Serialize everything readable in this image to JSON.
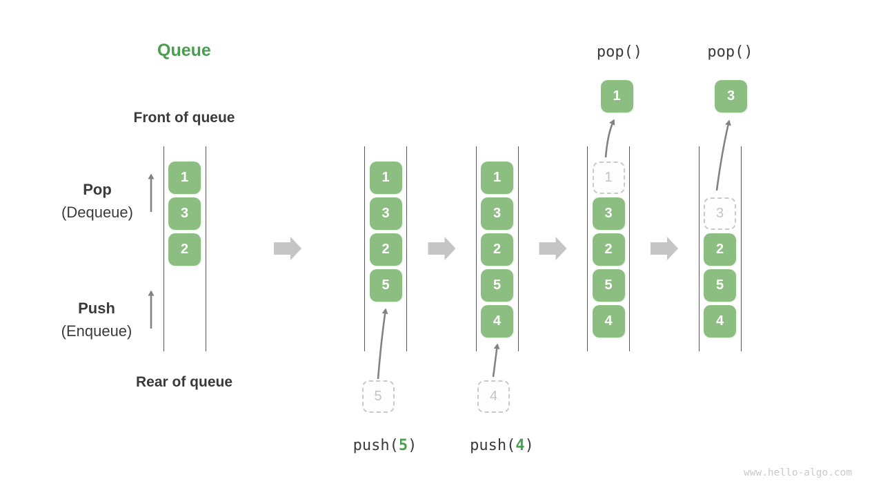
{
  "title": "Queue",
  "watermark": "www.hello-algo.com",
  "labels": {
    "front": "Front of queue",
    "rear": "Rear of queue",
    "pop": "Pop",
    "pop_sub": "(Dequeue)",
    "push": "Push",
    "push_sub": "(Enqueue)"
  },
  "colors": {
    "cell_green": "#8cbe82",
    "title_green": "#4a9e50",
    "text_dark": "#3a3a3a",
    "line": "#565656",
    "thin_arrow": "#828282",
    "block_arrow": "#c5c5c5",
    "dashed_border": "#c9c9c9",
    "dashed_text": "#c3c3c3",
    "watermark": "#c9c9c9"
  },
  "states": [
    {
      "name": "state-initial",
      "cells": [
        {
          "value": "1",
          "row": 0
        },
        {
          "value": "3",
          "row": 1
        },
        {
          "value": "2",
          "row": 2
        }
      ]
    },
    {
      "name": "state-after-push-5",
      "cells": [
        {
          "value": "1",
          "row": 0
        },
        {
          "value": "3",
          "row": 1
        },
        {
          "value": "2",
          "row": 2
        },
        {
          "value": "5",
          "row": 3
        }
      ],
      "incoming": {
        "value": "5"
      },
      "op_bottom": {
        "prefix": "push(",
        "arg": "5",
        "suffix": ")"
      }
    },
    {
      "name": "state-after-push-4",
      "cells": [
        {
          "value": "1",
          "row": 0
        },
        {
          "value": "3",
          "row": 1
        },
        {
          "value": "2",
          "row": 2
        },
        {
          "value": "5",
          "row": 3
        },
        {
          "value": "4",
          "row": 4
        }
      ],
      "incoming": {
        "value": "4"
      },
      "op_bottom": {
        "prefix": "push(",
        "arg": "4",
        "suffix": ")"
      }
    },
    {
      "name": "state-pop-1",
      "cells": [
        {
          "value": "1",
          "row": 0,
          "dashed": true
        },
        {
          "value": "3",
          "row": 1
        },
        {
          "value": "2",
          "row": 2
        },
        {
          "value": "5",
          "row": 3
        },
        {
          "value": "4",
          "row": 4
        }
      ],
      "outgoing": {
        "value": "1"
      },
      "op_top": "pop()"
    },
    {
      "name": "state-pop-3",
      "cells": [
        {
          "value": "3",
          "row": 1,
          "dashed": true
        },
        {
          "value": "2",
          "row": 2
        },
        {
          "value": "5",
          "row": 3
        },
        {
          "value": "4",
          "row": 4
        }
      ],
      "outgoing": {
        "value": "3"
      },
      "op_top": "pop()"
    }
  ]
}
